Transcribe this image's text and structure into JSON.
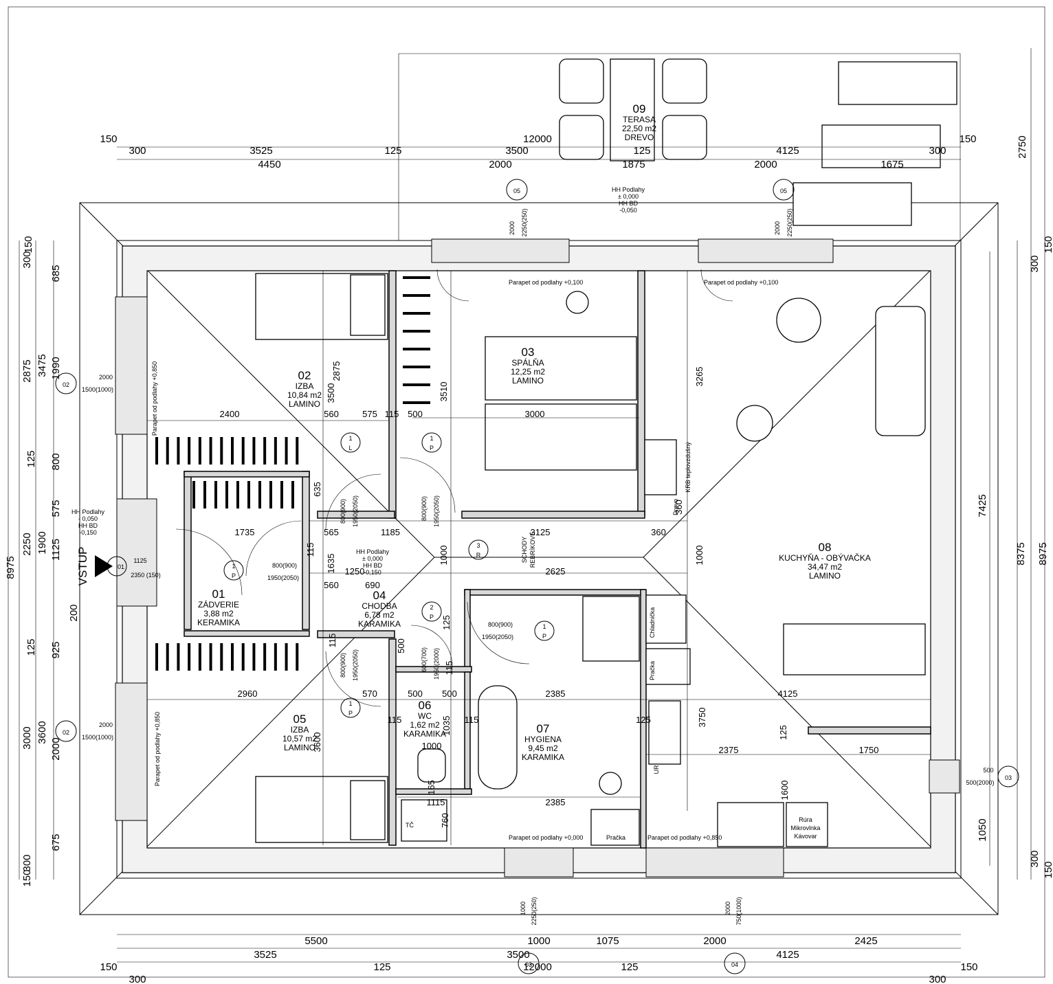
{
  "rooms": [
    {
      "num": "01",
      "name": "ZÁDVERIE",
      "area": "3,88 m2",
      "floor": "KERAMIKA"
    },
    {
      "num": "02",
      "name": "IZBA",
      "area": "10,84 m2",
      "floor": "LAMINO"
    },
    {
      "num": "03",
      "name": "SPÁLŇA",
      "area": "12,25 m2",
      "floor": "LAMINO"
    },
    {
      "num": "04",
      "name": "CHODBA",
      "area": "6,78 m2",
      "floor": "KARAMIKA"
    },
    {
      "num": "05",
      "name": "IZBA",
      "area": "10,57 m2",
      "floor": "LAMINO"
    },
    {
      "num": "06",
      "name": "WC",
      "area": "1,62 m2",
      "floor": "KARAMIKA"
    },
    {
      "num": "07",
      "name": "HYGIENA",
      "area": "9,45 m2",
      "floor": "KARAMIKA"
    },
    {
      "num": "08",
      "name": "KUCHYŇA - OBÝVAČKA",
      "area": "34,47 m2",
      "floor": "LAMINO"
    },
    {
      "num": "09",
      "name": "TERASA",
      "area": "22,50 m2",
      "floor": "DREVO"
    }
  ],
  "top_dims": {
    "r1": [
      "150",
      "12000",
      "150"
    ],
    "r2": [
      "300",
      "3525",
      "125",
      "3500",
      "125",
      "4125",
      "300"
    ],
    "r3": [
      "4450",
      "2000",
      "1875",
      "2000",
      "1675"
    ],
    "side": "2750"
  },
  "bottom_dims": {
    "r1": [
      "5500",
      "1000",
      "1075",
      "2000",
      "2425"
    ],
    "r2": [
      "3525",
      "3500",
      "4125"
    ],
    "r3": [
      "150",
      "125",
      "12000",
      "125",
      "150"
    ],
    "r4": [
      "300",
      "300"
    ]
  },
  "left_dims": {
    "outer": [
      "300",
      "150",
      "2875",
      "8975",
      "2250",
      "3000",
      "300",
      "150"
    ],
    "mid": [
      "3475",
      "1900",
      "3600"
    ],
    "inner": [
      "685",
      "1990",
      "125",
      "800",
      "575",
      "1125",
      "200",
      "125",
      "925",
      "2000",
      "675"
    ]
  },
  "right_dims": {
    "a": [
      "150",
      "300",
      "8375",
      "8975",
      "300",
      "150"
    ],
    "b": [
      "7425",
      "1050"
    ]
  },
  "interior_dims": [
    "2875",
    "3500",
    "3510",
    "3265",
    "2400",
    "560",
    "575",
    "115",
    "500",
    "3000",
    "635",
    "1735",
    "565",
    "1185",
    "3125",
    "360",
    "1635",
    "1250",
    "1000",
    "2625",
    "1000",
    "560",
    "690",
    "115",
    "125",
    "2960",
    "570",
    "500",
    "500",
    "2385",
    "115",
    "115",
    "1035",
    "3600",
    "1000",
    "1115",
    "760",
    "2385",
    "4125",
    "3750",
    "125",
    "2375",
    "1750",
    "1600",
    "360",
    "115",
    "115",
    "125",
    "500",
    "165"
  ],
  "windows": [
    {
      "tag": "05",
      "a": "2000",
      "b": "2250(250)",
      "note": "Parapet od podlahy +0,100"
    },
    {
      "tag": "05",
      "a": "2000",
      "b": "2250(250)",
      "note": "Parapet od podlahy +0,100"
    },
    {
      "tag": "02",
      "a": "2000",
      "b": "1500(1000)",
      "note": "Parapet od podlahy +0,850"
    },
    {
      "tag": "02",
      "a": "2000",
      "b": "1500(1000)",
      "note": "Parapet od podlahy +0,850"
    },
    {
      "tag": "03",
      "a": "1000",
      "b": "2250(250)",
      "note": "Parapet od podlahy +0,000"
    },
    {
      "tag": "04",
      "a": "2000",
      "b": "750(1000)",
      "note": "Parapet od podlahy +0,850"
    },
    {
      "tag": "03",
      "a": "500",
      "b": "500(2000)",
      "note": ""
    }
  ],
  "doors": [
    {
      "tag": "1",
      "side": "L",
      "size": "800(900)",
      "h": "1950(2050)"
    },
    {
      "tag": "1",
      "side": "P",
      "size": "800(900)",
      "h": "1950(2050)"
    },
    {
      "tag": "1",
      "side": "P",
      "size": "800(900)",
      "h": "1950(2050)"
    },
    {
      "tag": "2",
      "side": "P",
      "size": "600(700)",
      "h": "1950(2000)"
    },
    {
      "tag": "1",
      "side": "P",
      "size": "800(900)",
      "h": "1950(2050)"
    },
    {
      "tag": "1",
      "side": "P",
      "size": "800(900)",
      "h": "1950(2050)"
    },
    {
      "tag": "01",
      "side": "",
      "size": "1125",
      "h": "2350 (150)"
    }
  ],
  "stairs": {
    "tag": "3",
    "side": "R",
    "label1": "SCHODY",
    "label2": "REBRÍKOVÉ"
  },
  "levels": {
    "top": [
      "HH Podlahy",
      "± 0,000",
      "HH BD",
      "-0,050"
    ],
    "left": [
      "HH Podlahy",
      "- 0,050",
      "HH BD",
      "-0,150"
    ],
    "hall": [
      "HH Podlahy",
      "± 0,000",
      "HH BD",
      "-0,150"
    ]
  },
  "labels": {
    "entry": "VSTUP",
    "krb": "KRB teplovzdušný",
    "drevo": "Drevo",
    "chladnicka": "Chladnička",
    "pracka": "Pračka",
    "pracka2": "Pračka",
    "tc": "TČ",
    "ur": "UR",
    "rura": "Rúra",
    "mikro": "Mikrovlnka",
    "kavovar": "Kávovar"
  }
}
